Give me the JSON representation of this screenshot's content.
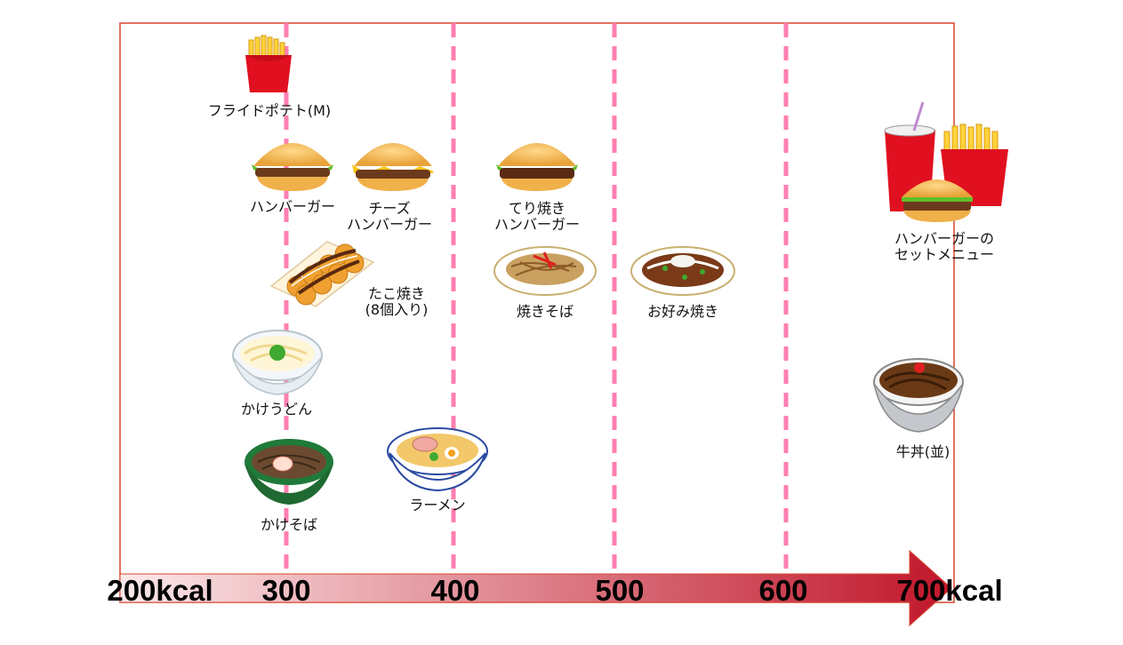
{
  "axis": {
    "ticks": [
      "200kcal",
      "300",
      "400",
      "500",
      "600",
      "700kcal"
    ],
    "gradient_start": "#fbe9ea",
    "gradient_end": "#c0162a",
    "guide_color": "#ff7fb0",
    "frame_color": "#d9442b"
  },
  "foods": [
    {
      "id": "fries",
      "label": "フライドポテト(M)",
      "icon": "fries-icon"
    },
    {
      "id": "hamburger",
      "label": "ハンバーガー",
      "icon": "hamburger-icon"
    },
    {
      "id": "cheese",
      "label": "チーズ\nハンバーガー",
      "icon": "cheeseburger-icon"
    },
    {
      "id": "teri",
      "label": "てり焼き\nハンバーガー",
      "icon": "teriyaki-burger-icon"
    },
    {
      "id": "set",
      "label": "ハンバーガーの\nセットメニュー",
      "icon": "burger-set-icon"
    },
    {
      "id": "takoyaki",
      "label": "たこ焼き\n(8個入り)",
      "icon": "takoyaki-icon"
    },
    {
      "id": "yakisoba",
      "label": "焼きそば",
      "icon": "yakisoba-icon"
    },
    {
      "id": "okonomiyaki",
      "label": "お好み焼き",
      "icon": "okonomiyaki-icon"
    },
    {
      "id": "udon",
      "label": "かけうどん",
      "icon": "udon-bowl-icon"
    },
    {
      "id": "gyudon",
      "label": "牛丼(並)",
      "icon": "gyudon-bowl-icon"
    },
    {
      "id": "soba",
      "label": "かけそば",
      "icon": "soba-bowl-icon"
    },
    {
      "id": "ramen",
      "label": "ラーメン",
      "icon": "ramen-bowl-icon"
    }
  ]
}
